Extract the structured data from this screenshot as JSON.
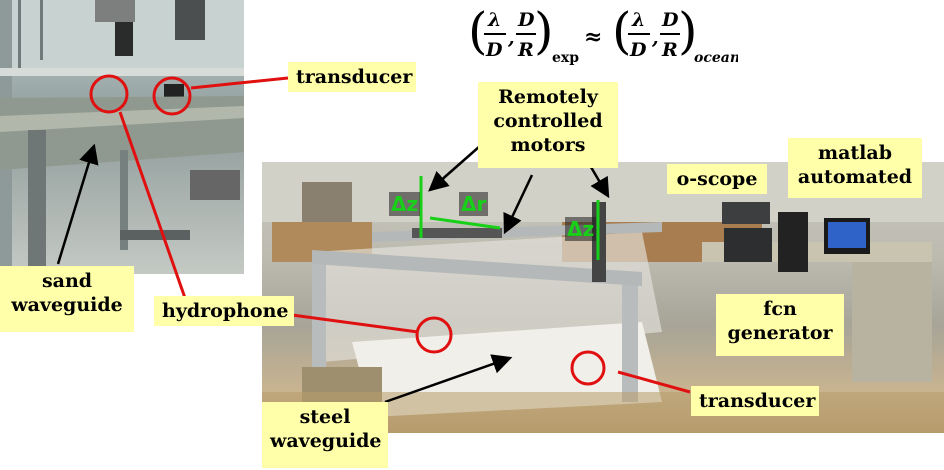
{
  "labels": {
    "transducer_top": "transducer",
    "remotely_controlled_motors": "Remotely controlled motors",
    "oscope": "o-scope",
    "matlab_automated": "matlab automated",
    "sand_waveguide": "sand waveguide",
    "hydrophone": "hydrophone",
    "fcn_generator": "fcn generator",
    "transducer_bottom": "transducer",
    "steel_waveguide": "steel waveguide"
  },
  "symbols": {
    "delta_z_left": "Δz",
    "delta_r": "Δr",
    "delta_z_right": "Δz"
  },
  "formula": {
    "lambda": "λ",
    "D": "D",
    "R": "R",
    "comma": ",",
    "approx": "≈",
    "sub_left": "exp",
    "sub_right": "ocean"
  },
  "colors": {
    "label_bg": "#ffffaa",
    "arrow_red": "#e01010",
    "arrow_black": "#000000",
    "delta_green": "#18d018",
    "circle_red": "#e01010"
  }
}
